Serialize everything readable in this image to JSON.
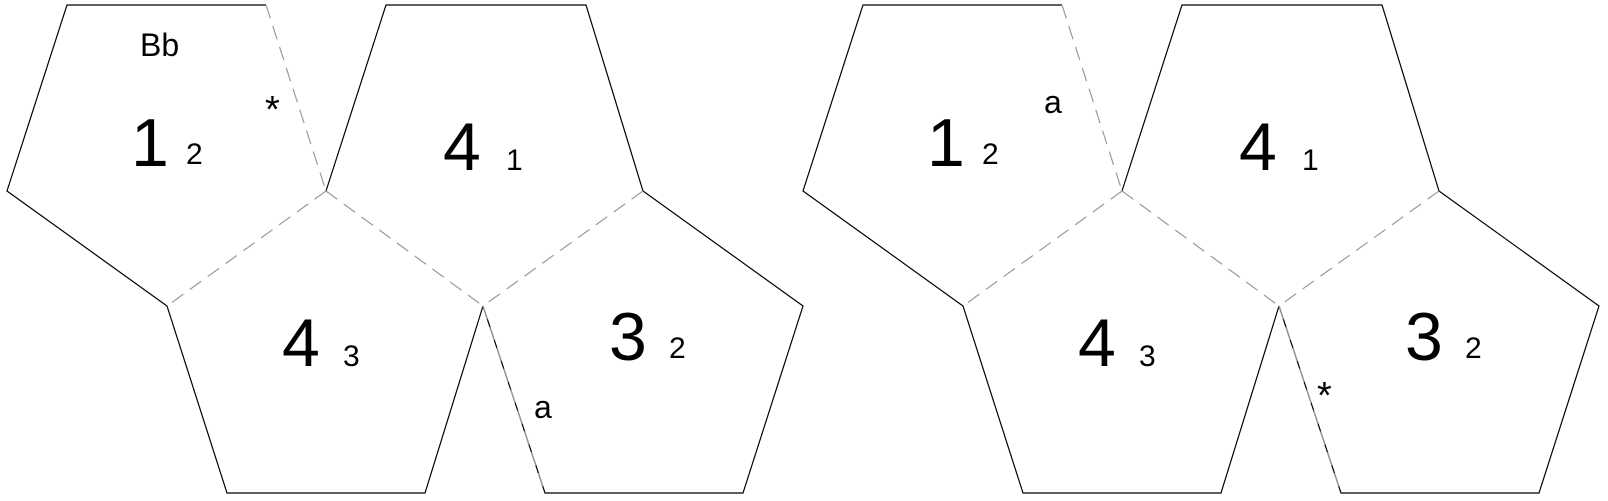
{
  "title_label": "Bb",
  "nets": [
    {
      "faces": [
        {
          "big": "1",
          "small": "2"
        },
        {
          "big": "4",
          "small": "1"
        },
        {
          "big": "4",
          "small": "3"
        },
        {
          "big": "3",
          "small": "2"
        }
      ],
      "markers": [
        "*",
        "a"
      ]
    },
    {
      "faces": [
        {
          "big": "1",
          "small": "2"
        },
        {
          "big": "4",
          "small": "1"
        },
        {
          "big": "4",
          "small": "3"
        },
        {
          "big": "3",
          "small": "2"
        }
      ],
      "markers": [
        "a",
        "*"
      ]
    }
  ]
}
